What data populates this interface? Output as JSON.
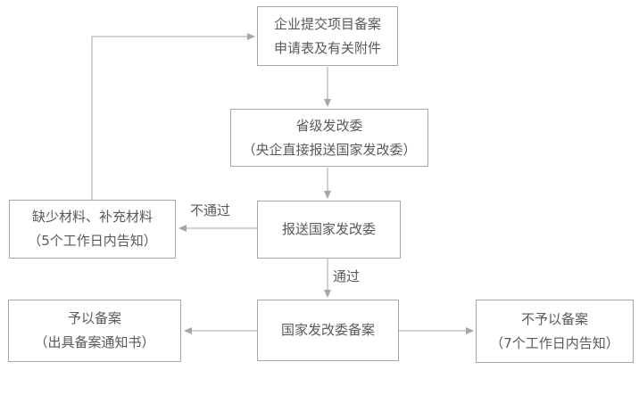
{
  "diagram": {
    "type": "flowchart",
    "nodes": {
      "submit": {
        "line1": "企业提交项目备案",
        "line2": "申请表及有关附件"
      },
      "provincial": {
        "line1": "省级发改委",
        "line2": "（央企直接报送国家发改委）"
      },
      "report": {
        "line1": "报送国家发改委"
      },
      "supplement": {
        "line1": "缺少材料、补充材料",
        "line2": "（5个工作日内告知）"
      },
      "filing": {
        "line1": "国家发改委备案"
      },
      "approved": {
        "line1": "予以备案",
        "line2": "（出具备案通知书）"
      },
      "rejected": {
        "line1": "不予以备案",
        "line2": "（7个工作日内告知）"
      }
    },
    "edge_labels": {
      "fail": "不通过",
      "pass": "通过"
    },
    "colors": {
      "border": "#a6a6a6",
      "line": "#a6a6a6",
      "text": "#595959",
      "background": "#ffffff"
    }
  }
}
